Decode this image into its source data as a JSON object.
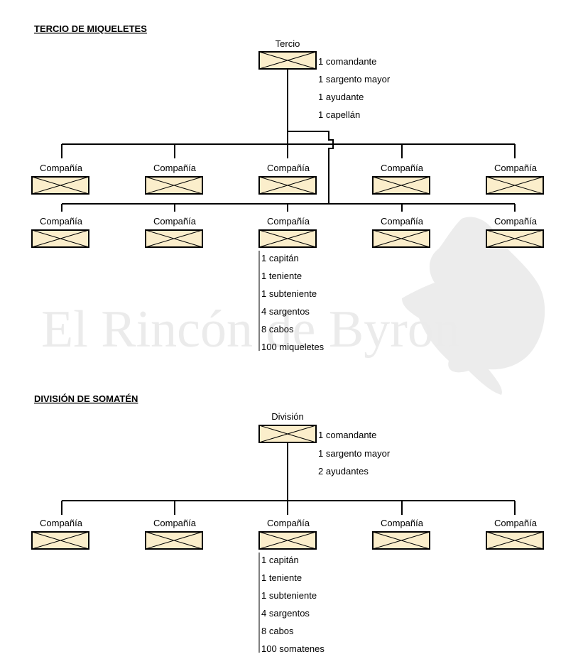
{
  "watermark": "El Rincón de Byron",
  "tercio": {
    "title": "TERCIO DE MIQUELETES",
    "top_label": "Tercio",
    "top_staff": [
      "1 comandante",
      "1 sargento mayor",
      "1 ayudante",
      "1 capellán"
    ],
    "row1": [
      "Compañía",
      "Compañía",
      "Compañía",
      "Compañía",
      "Compañía"
    ],
    "row2": [
      "Compañía",
      "Compañía",
      "Compañía",
      "Compañía",
      "Compañía"
    ],
    "company_staff": [
      "1 capitán",
      "1 teniente",
      "1 subteniente",
      "4 sargentos",
      "8 cabos",
      "100 miqueletes"
    ]
  },
  "division": {
    "title": "DIVISIÓN DE SOMATÉN",
    "top_label": "División",
    "top_staff": [
      "1 comandante",
      "1 sargento mayor",
      "2 ayudantes"
    ],
    "row1": [
      "Compañía",
      "Compañía",
      "Compañía",
      "Compañía",
      "Compañía"
    ],
    "company_staff": [
      "1 capitán",
      "1 teniente",
      "1 subteniente",
      "4 sargentos",
      "8 cabos",
      "100 somatenes"
    ]
  }
}
